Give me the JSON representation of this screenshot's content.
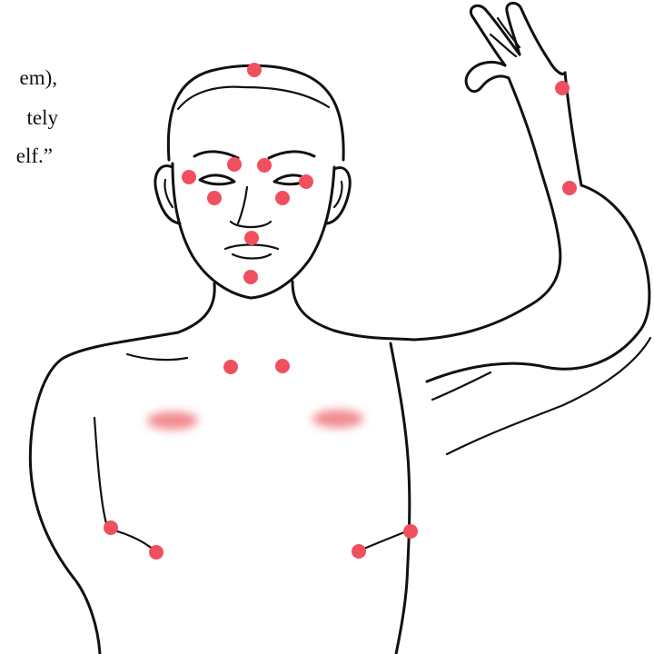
{
  "caption": {
    "lines": [
      "em),",
      "tely",
      "elf.”"
    ]
  },
  "colors": {
    "outline": "#111111",
    "point": "#f0505e",
    "highlight": "#f28a90",
    "background": "#ffffff"
  },
  "figure": {
    "subject": "human-upper-body",
    "pose": "right-arm-raised"
  }
}
